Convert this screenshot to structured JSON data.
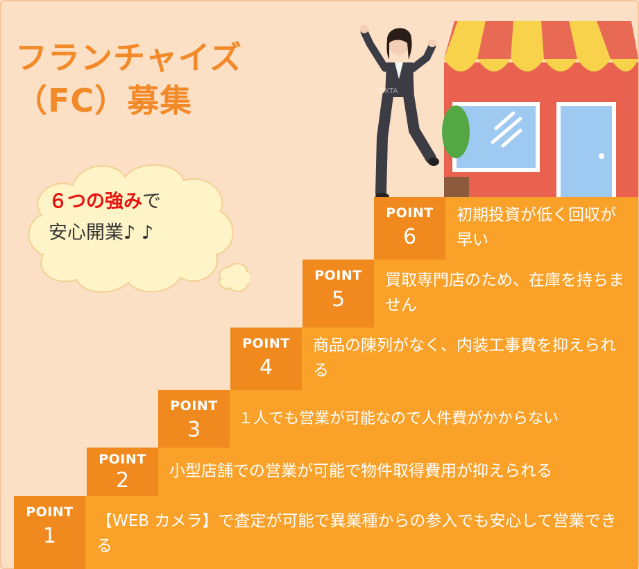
{
  "title": {
    "line1": "フランチャイズ",
    "line2": "（FC）募集"
  },
  "cloud": {
    "highlight": "６つの強み",
    "rest_line1": "で",
    "line2": "安心開業♪ ♪"
  },
  "watermark": "PIXTA",
  "points": [
    {
      "label": "POINT",
      "num": "1",
      "text": "【WEB カメラ】で査定が可能で異業種からの参入でも安心して営業できる"
    },
    {
      "label": "POINT",
      "num": "2",
      "text": "小型店舗での営業が可能で物件取得費用が抑えられる"
    },
    {
      "label": "POINT",
      "num": "3",
      "text": "１人でも営業が可能なので人件費がかからない"
    },
    {
      "label": "POINT",
      "num": "4",
      "text": "商品の陳列がなく、内装工事費を抑えられる"
    },
    {
      "label": "POINT",
      "num": "5",
      "text": "買取専門店のため、在庫を持ちません"
    },
    {
      "label": "POINT",
      "num": "6",
      "text": "初期投資が低く回収が早い"
    }
  ],
  "colors": {
    "title": "#f38a2a",
    "highlight": "#e8120e",
    "point_box": "#f08a1f",
    "desc_box": "#f9a129",
    "background": "#fce0c6"
  }
}
